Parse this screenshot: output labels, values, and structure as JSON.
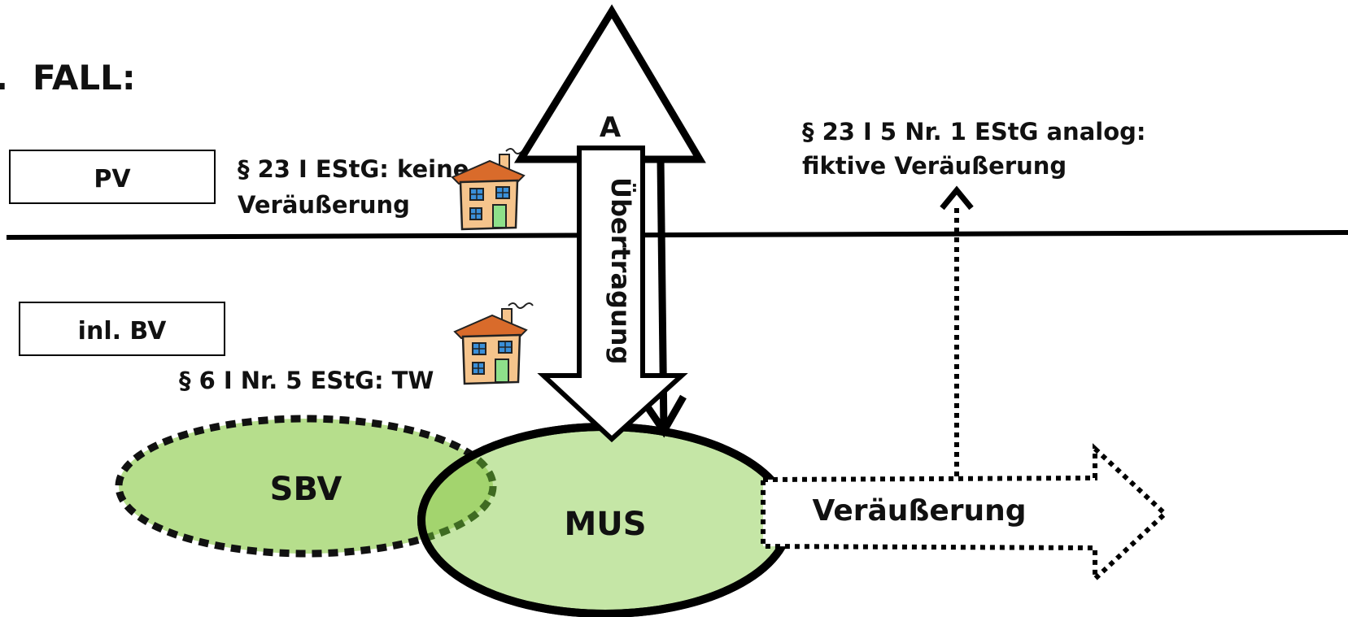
{
  "title": "FALL:",
  "title_prefix": ".",
  "boxes": {
    "pv": "PV",
    "inl_bv": "inl. BV"
  },
  "annotations": {
    "par23_line1": "§ 23 I EStG: keine",
    "par23_line2": "Veräußerung",
    "par6": "§ 6 I Nr. 5 EStG: TW",
    "par23_5_line1": "§ 23 I 5 Nr. 1 EStG analog:",
    "par23_5_line2": "fiktive Veräußerung"
  },
  "arrows": {
    "big_up_label": "A",
    "transfer_label": "Übertragung",
    "sale_label": "Veräußerung"
  },
  "ellipses": {
    "sbv": "SBV",
    "mus": "MUS"
  },
  "colors": {
    "sbv_fill": "#b6de8c",
    "mus_fill": "#c5e6a6",
    "overlap_fill": "#a3d46e",
    "house_wall": "#f5c48c",
    "house_roof": "#d96b2b",
    "house_door": "#8ee08a",
    "house_window": "#3a8fd9"
  },
  "icons": [
    "house-icon",
    "house-icon"
  ]
}
